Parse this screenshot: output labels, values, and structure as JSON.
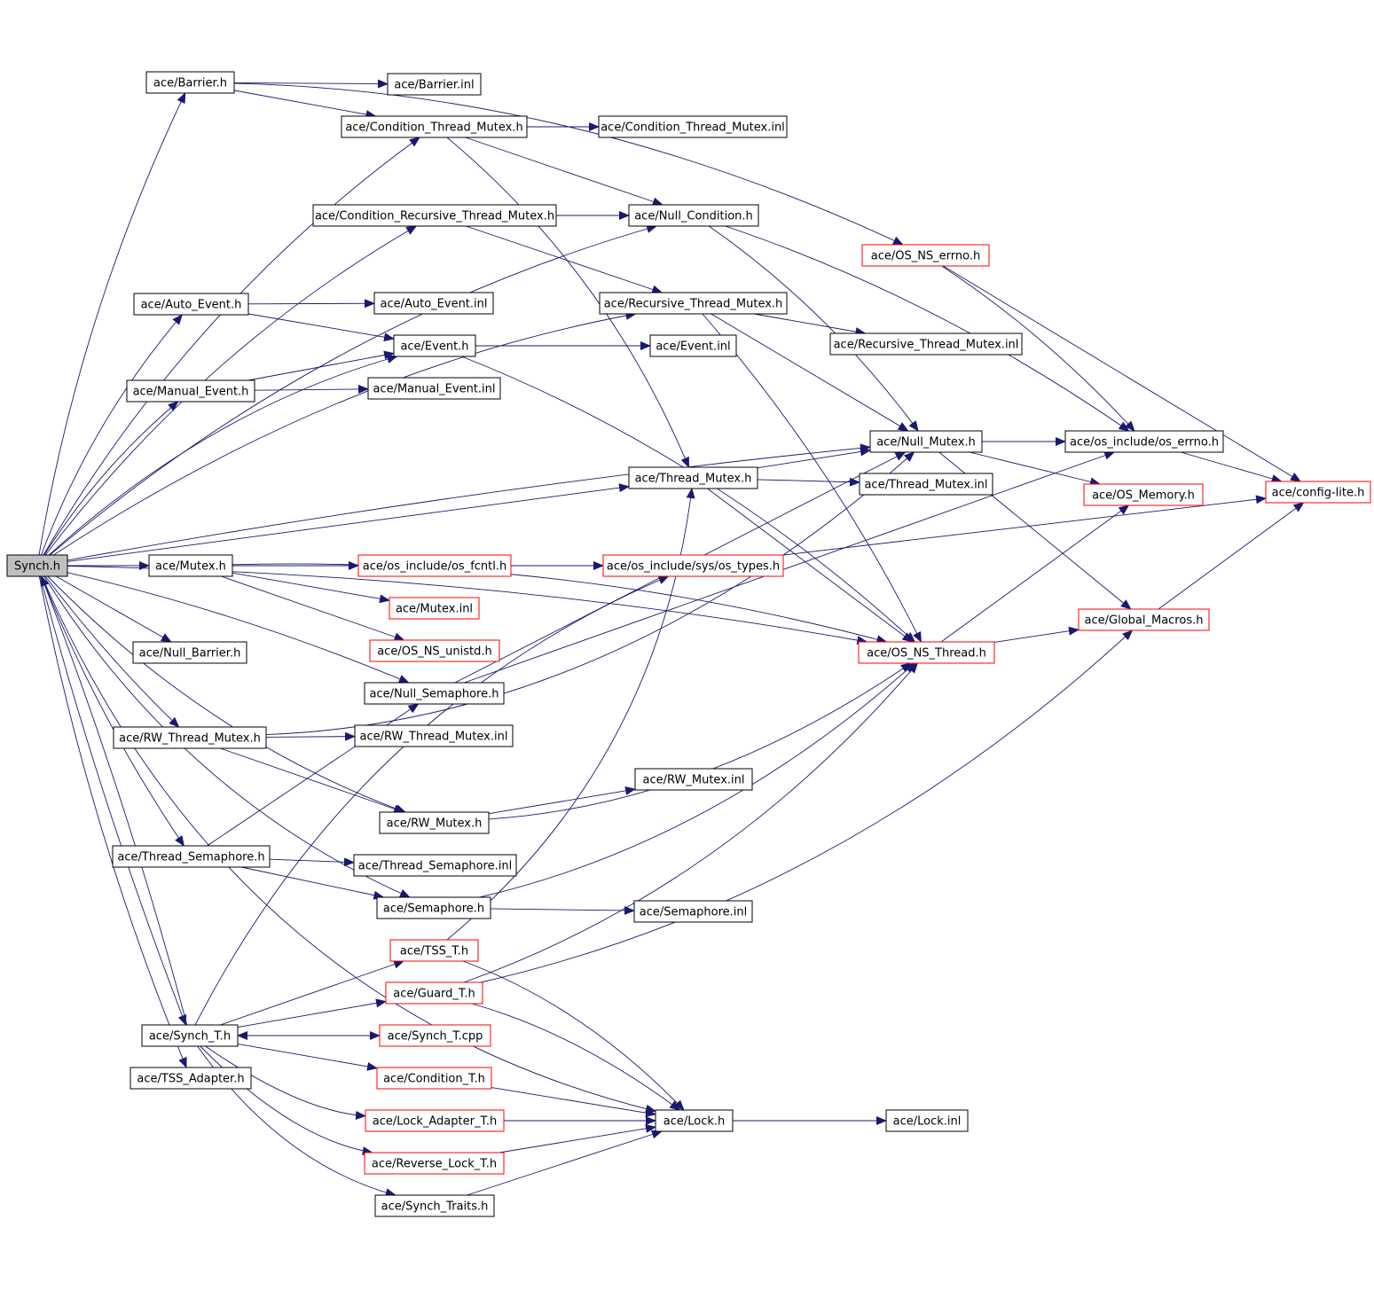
{
  "colors": {
    "edge": "#191970",
    "node_border_normal": "#000000",
    "node_border_truncated": "#ff0000",
    "root_fill": "#bfbfbf",
    "node_fill": "#ffffff",
    "text": "#000000"
  },
  "nodes": [
    {
      "id": "synch_h",
      "label": "Synch.h",
      "root": true
    },
    {
      "id": "barrier_h",
      "label": "ace/Barrier.h"
    },
    {
      "id": "barrier_inl",
      "label": "ace/Barrier.inl"
    },
    {
      "id": "cond_thread_mutex_h",
      "label": "ace/Condition_Thread_Mutex.h"
    },
    {
      "id": "cond_thread_mutex_inl",
      "label": "ace/Condition_Thread_Mutex.inl"
    },
    {
      "id": "cond_rec_thread_mutex_h",
      "label": "ace/Condition_Recursive_Thread_Mutex.h"
    },
    {
      "id": "null_condition_h",
      "label": "ace/Null_Condition.h"
    },
    {
      "id": "os_ns_errno_h",
      "label": "ace/OS_NS_errno.h",
      "truncated": true
    },
    {
      "id": "auto_event_h",
      "label": "ace/Auto_Event.h"
    },
    {
      "id": "auto_event_inl",
      "label": "ace/Auto_Event.inl"
    },
    {
      "id": "rec_thread_mutex_h",
      "label": "ace/Recursive_Thread_Mutex.h"
    },
    {
      "id": "event_h",
      "label": "ace/Event.h"
    },
    {
      "id": "event_inl",
      "label": "ace/Event.inl"
    },
    {
      "id": "rec_thread_mutex_inl",
      "label": "ace/Recursive_Thread_Mutex.inl"
    },
    {
      "id": "manual_event_h",
      "label": "ace/Manual_Event.h"
    },
    {
      "id": "manual_event_inl",
      "label": "ace/Manual_Event.inl"
    },
    {
      "id": "null_mutex_h",
      "label": "ace/Null_Mutex.h"
    },
    {
      "id": "os_errno_h",
      "label": "ace/os_include/os_errno.h"
    },
    {
      "id": "thread_mutex_h",
      "label": "ace/Thread_Mutex.h"
    },
    {
      "id": "thread_mutex_inl",
      "label": "ace/Thread_Mutex.inl"
    },
    {
      "id": "os_memory_h",
      "label": "ace/OS_Memory.h",
      "truncated": true
    },
    {
      "id": "config_lite_h",
      "label": "ace/config-lite.h",
      "truncated": true
    },
    {
      "id": "mutex_h",
      "label": "ace/Mutex.h"
    },
    {
      "id": "os_fcntl_h",
      "label": "ace/os_include/os_fcntl.h",
      "truncated": true
    },
    {
      "id": "os_types_h",
      "label": "ace/os_include/sys/os_types.h",
      "truncated": true
    },
    {
      "id": "mutex_inl",
      "label": "ace/Mutex.inl",
      "truncated": true
    },
    {
      "id": "global_macros_h",
      "label": "ace/Global_Macros.h",
      "truncated": true
    },
    {
      "id": "null_barrier_h",
      "label": "ace/Null_Barrier.h"
    },
    {
      "id": "os_ns_unistd_h",
      "label": "ace/OS_NS_unistd.h",
      "truncated": true
    },
    {
      "id": "os_ns_thread_h",
      "label": "ace/OS_NS_Thread.h",
      "truncated": true
    },
    {
      "id": "null_semaphore_h",
      "label": "ace/Null_Semaphore.h"
    },
    {
      "id": "rw_thread_mutex_h",
      "label": "ace/RW_Thread_Mutex.h"
    },
    {
      "id": "rw_thread_mutex_inl",
      "label": "ace/RW_Thread_Mutex.inl"
    },
    {
      "id": "rw_mutex_inl",
      "label": "ace/RW_Mutex.inl"
    },
    {
      "id": "rw_mutex_h",
      "label": "ace/RW_Mutex.h"
    },
    {
      "id": "thread_semaphore_h",
      "label": "ace/Thread_Semaphore.h"
    },
    {
      "id": "thread_semaphore_inl",
      "label": "ace/Thread_Semaphore.inl"
    },
    {
      "id": "semaphore_h",
      "label": "ace/Semaphore.h"
    },
    {
      "id": "semaphore_inl",
      "label": "ace/Semaphore.inl"
    },
    {
      "id": "tss_t_h",
      "label": "ace/TSS_T.h",
      "truncated": true
    },
    {
      "id": "guard_t_h",
      "label": "ace/Guard_T.h",
      "truncated": true
    },
    {
      "id": "synch_t_h",
      "label": "ace/Synch_T.h"
    },
    {
      "id": "synch_t_cpp",
      "label": "ace/Synch_T.cpp",
      "truncated": true
    },
    {
      "id": "tss_adapter_h",
      "label": "ace/TSS_Adapter.h"
    },
    {
      "id": "condition_t_h",
      "label": "ace/Condition_T.h",
      "truncated": true
    },
    {
      "id": "lock_h",
      "label": "ace/Lock.h"
    },
    {
      "id": "lock_inl",
      "label": "ace/Lock.inl"
    },
    {
      "id": "lock_adapter_t_h",
      "label": "ace/Lock_Adapter_T.h",
      "truncated": true
    },
    {
      "id": "reverse_lock_t_h",
      "label": "ace/Reverse_Lock_T.h",
      "truncated": true
    },
    {
      "id": "synch_traits_h",
      "label": "ace/Synch_Traits.h"
    }
  ],
  "edges": [
    [
      "synch_h",
      "barrier_h"
    ],
    [
      "synch_h",
      "cond_thread_mutex_h"
    ],
    [
      "synch_h",
      "null_condition_h"
    ],
    [
      "synch_h",
      "cond_rec_thread_mutex_h"
    ],
    [
      "synch_h",
      "rec_thread_mutex_h"
    ],
    [
      "synch_h",
      "auto_event_h"
    ],
    [
      "synch_h",
      "event_h"
    ],
    [
      "synch_h",
      "manual_event_h"
    ],
    [
      "synch_h",
      "null_mutex_h"
    ],
    [
      "synch_h",
      "thread_mutex_h"
    ],
    [
      "synch_h",
      "os_ns_thread_h"
    ],
    [
      "synch_h",
      "mutex_h"
    ],
    [
      "synch_h",
      "null_barrier_h"
    ],
    [
      "synch_h",
      "null_semaphore_h"
    ],
    [
      "synch_h",
      "rw_thread_mutex_h"
    ],
    [
      "synch_h",
      "rw_mutex_h"
    ],
    [
      "synch_h",
      "thread_semaphore_h"
    ],
    [
      "synch_h",
      "semaphore_h"
    ],
    [
      "synch_h",
      "synch_t_h"
    ],
    [
      "synch_h",
      "tss_adapter_h"
    ],
    [
      "synch_h",
      "lock_h"
    ],
    [
      "barrier_h",
      "barrier_inl"
    ],
    [
      "barrier_h",
      "cond_thread_mutex_h"
    ],
    [
      "barrier_h",
      "os_ns_errno_h"
    ],
    [
      "cond_thread_mutex_h",
      "cond_thread_mutex_inl"
    ],
    [
      "cond_thread_mutex_h",
      "null_condition_h"
    ],
    [
      "cond_thread_mutex_h",
      "thread_mutex_h"
    ],
    [
      "cond_rec_thread_mutex_h",
      "null_condition_h"
    ],
    [
      "cond_rec_thread_mutex_h",
      "rec_thread_mutex_h"
    ],
    [
      "null_condition_h",
      "null_mutex_h"
    ],
    [
      "null_condition_h",
      "os_errno_h"
    ],
    [
      "os_ns_errno_h",
      "os_errno_h"
    ],
    [
      "os_ns_errno_h",
      "config_lite_h"
    ],
    [
      "auto_event_h",
      "auto_event_inl"
    ],
    [
      "auto_event_h",
      "event_h"
    ],
    [
      "manual_event_h",
      "event_h"
    ],
    [
      "manual_event_h",
      "manual_event_inl"
    ],
    [
      "event_h",
      "event_inl"
    ],
    [
      "event_h",
      "os_ns_thread_h"
    ],
    [
      "rec_thread_mutex_h",
      "rec_thread_mutex_inl"
    ],
    [
      "rec_thread_mutex_h",
      "null_mutex_h"
    ],
    [
      "rec_thread_mutex_h",
      "os_ns_thread_h"
    ],
    [
      "null_mutex_h",
      "os_errno_h"
    ],
    [
      "null_mutex_h",
      "os_memory_h"
    ],
    [
      "null_mutex_h",
      "global_macros_h"
    ],
    [
      "os_errno_h",
      "config_lite_h"
    ],
    [
      "thread_mutex_h",
      "null_mutex_h"
    ],
    [
      "thread_mutex_h",
      "thread_mutex_inl"
    ],
    [
      "thread_mutex_h",
      "os_ns_thread_h"
    ],
    [
      "mutex_h",
      "os_fcntl_h"
    ],
    [
      "mutex_h",
      "mutex_inl"
    ],
    [
      "mutex_h",
      "os_ns_unistd_h"
    ],
    [
      "mutex_h",
      "os_ns_thread_h"
    ],
    [
      "os_fcntl_h",
      "os_types_h"
    ],
    [
      "os_types_h",
      "config_lite_h"
    ],
    [
      "os_ns_thread_h",
      "global_macros_h"
    ],
    [
      "os_ns_thread_h",
      "os_memory_h"
    ],
    [
      "global_macros_h",
      "config_lite_h"
    ],
    [
      "null_semaphore_h",
      "os_errno_h"
    ],
    [
      "null_semaphore_h",
      "null_mutex_h"
    ],
    [
      "rw_thread_mutex_h",
      "rw_thread_mutex_inl"
    ],
    [
      "rw_thread_mutex_h",
      "rw_mutex_h"
    ],
    [
      "rw_thread_mutex_h",
      "null_mutex_h"
    ],
    [
      "rw_mutex_h",
      "rw_mutex_inl"
    ],
    [
      "rw_mutex_h",
      "os_ns_thread_h"
    ],
    [
      "thread_semaphore_h",
      "thread_semaphore_inl"
    ],
    [
      "thread_semaphore_h",
      "semaphore_h"
    ],
    [
      "thread_semaphore_h",
      "null_semaphore_h"
    ],
    [
      "semaphore_h",
      "semaphore_inl"
    ],
    [
      "semaphore_h",
      "os_ns_thread_h"
    ],
    [
      "tss_t_h",
      "lock_h"
    ],
    [
      "tss_t_h",
      "thread_mutex_h"
    ],
    [
      "guard_t_h",
      "lock_h"
    ],
    [
      "guard_t_h",
      "os_ns_thread_h"
    ],
    [
      "guard_t_h",
      "global_macros_h"
    ],
    [
      "synch_t_h",
      "tss_t_h"
    ],
    [
      "synch_t_h",
      "guard_t_h"
    ],
    [
      "synch_t_h",
      "synch_t_cpp"
    ],
    [
      "synch_t_cpp",
      "synch_t_h"
    ],
    [
      "synch_t_h",
      "condition_t_h"
    ],
    [
      "synch_t_h",
      "lock_adapter_t_h"
    ],
    [
      "synch_t_h",
      "reverse_lock_t_h"
    ],
    [
      "synch_t_h",
      "synch_traits_h"
    ],
    [
      "synch_t_h",
      "synch_h"
    ],
    [
      "synch_t_h",
      "os_types_h"
    ],
    [
      "condition_t_h",
      "lock_h"
    ],
    [
      "lock_adapter_t_h",
      "lock_h"
    ],
    [
      "reverse_lock_t_h",
      "lock_h"
    ],
    [
      "synch_traits_h",
      "lock_h"
    ],
    [
      "lock_h",
      "lock_inl"
    ]
  ]
}
